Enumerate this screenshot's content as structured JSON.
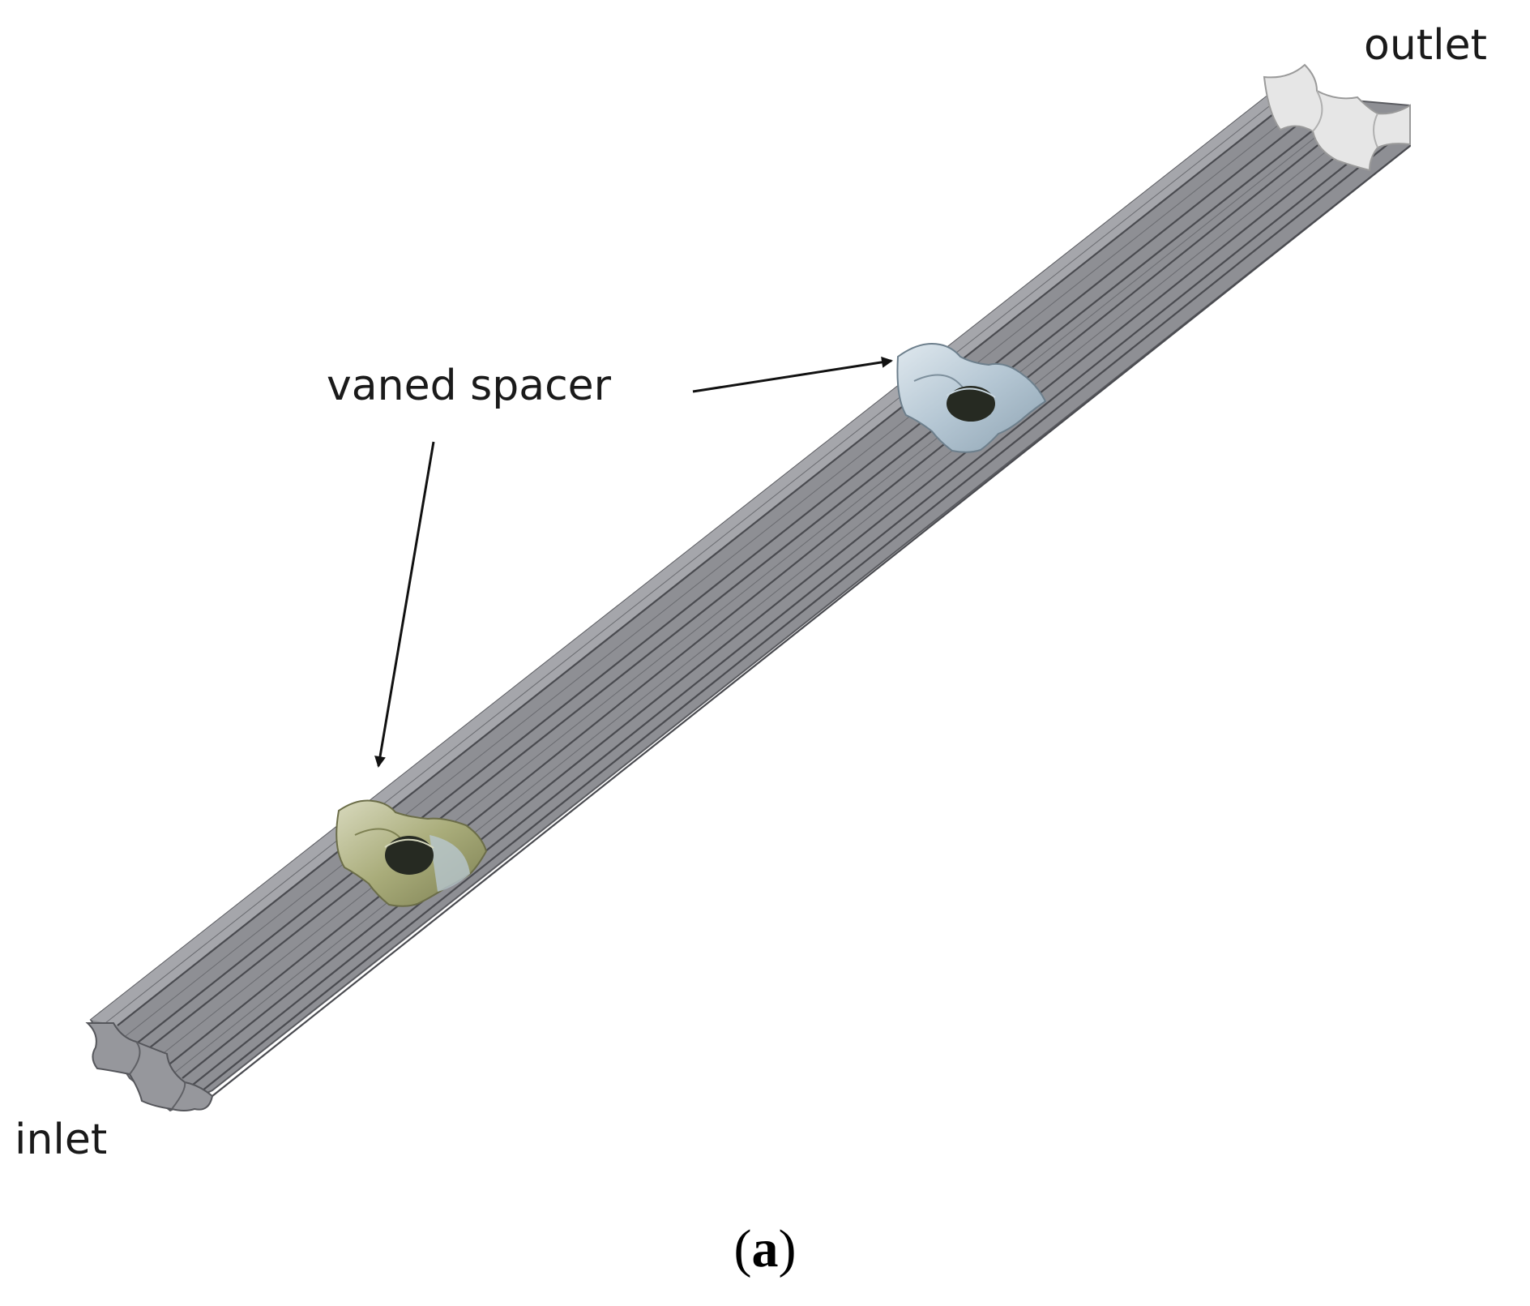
{
  "labels": {
    "outlet": "outlet",
    "spacer": "vaned spacer",
    "inlet": "inlet"
  },
  "caption": {
    "open": "(",
    "letter": "a",
    "close": ")"
  },
  "colors": {
    "channel_body": "#8e8f94",
    "channel_top_face": "#a5a6ab",
    "channel_edge": "#4a4b50",
    "outlet_face": "#e6e6e6",
    "inlet_face": "#96979c",
    "spacer_blue": "#b9c9d6",
    "spacer_olive": "#a8ab78",
    "spacer_hole": "#262a22",
    "arrow": "#111111"
  }
}
